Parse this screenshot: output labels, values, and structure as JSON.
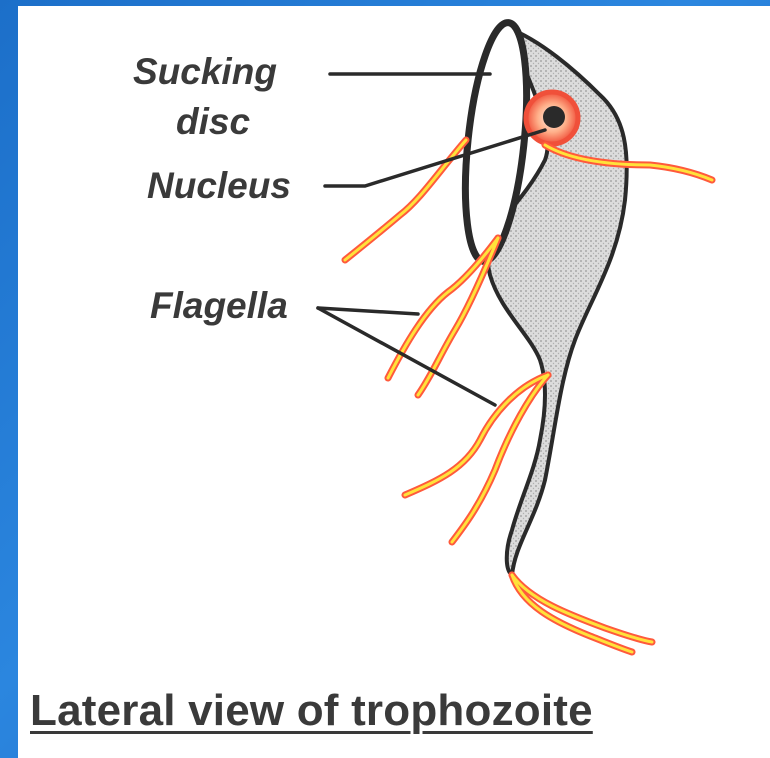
{
  "labels": {
    "sucking_disc_line1": "Sucking",
    "sucking_disc_line2": "disc",
    "nucleus": "Nucleus",
    "flagella": "Flagella"
  },
  "caption": "Lateral view of trophozoite",
  "colors": {
    "background_blue": "#2b86df",
    "panel": "#ffffff",
    "text": "#3a3a3a",
    "body_fill": "#d2d2d2",
    "outline": "#2a2a2a",
    "flagella_outer": "#ff5a3c",
    "flagella_inner": "#ffe23a",
    "nucleus_ring": "#f0503a"
  }
}
